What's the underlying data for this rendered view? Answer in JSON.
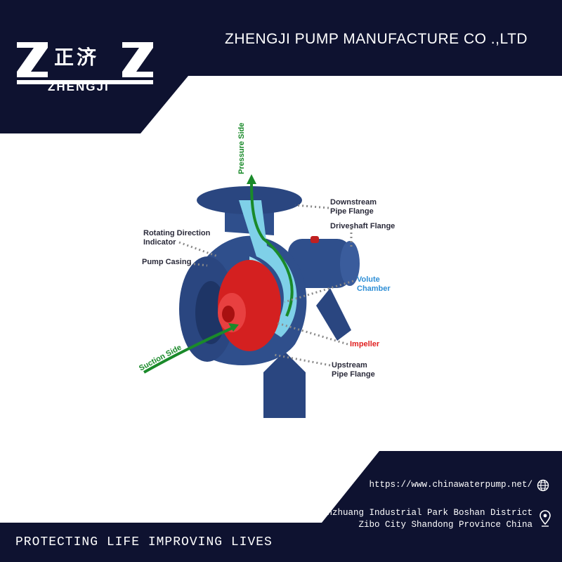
{
  "colors": {
    "navy": "#0e1230",
    "pump_blue": "#2f4f8c",
    "water": "#7fd0e8",
    "impeller": "#d42020",
    "flow_arrow": "#1a8a2a"
  },
  "header": {
    "company_name": "ZHENGJI PUMP MANUFACTURE CO .,LTD",
    "logo_chinese": "正济",
    "logo_word": "ZHENGJI"
  },
  "diagram": {
    "labels": {
      "pressure_side": "Pressure Side",
      "downstream_flange_1": "Downstream",
      "downstream_flange_2": "Pipe Flange",
      "driveshaft_flange": "Driveshaft Flange",
      "rotating_direction_1": "Rotating Direction",
      "rotating_direction_2": "Indicator",
      "pump_casing": "Pump Casing",
      "volute_1": "Volute",
      "volute_2": "Chamber",
      "impeller": "Impeller",
      "suction_side": "Suction Side",
      "upstream_flange_1": "Upstream",
      "upstream_flange_2": "Pipe Flange"
    }
  },
  "footer": {
    "url": "https://www.chinawaterpump.net/",
    "address_line1": "Nanzhuang Industrial Park Boshan District",
    "address_line2": "Zibo City Shandong Province China",
    "slogan": "PROTECTING LIFE IMPROVING LIVES",
    "globe_icon": "globe-icon",
    "location_icon": "location-pin-icon"
  }
}
